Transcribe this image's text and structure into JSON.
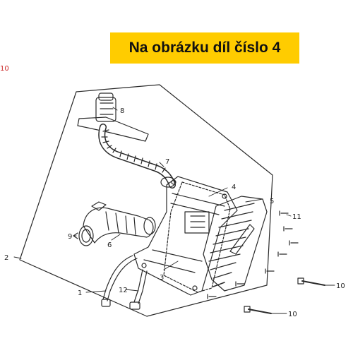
{
  "banner": {
    "text": "Na obrázku díl číslo 4",
    "color": "#ffcc00"
  },
  "stray_mark": "10",
  "line_color": "#2a2a2a",
  "callout_color": "#cc2a2a",
  "parts": {
    "p1": "1",
    "p2": "2",
    "p3": "3",
    "p4": "4",
    "p5": "5",
    "p6": "6",
    "p7": "7",
    "p8": "8",
    "p9": "9",
    "p10a": "10",
    "p10b": "10",
    "p11": "11",
    "p12": "12"
  }
}
